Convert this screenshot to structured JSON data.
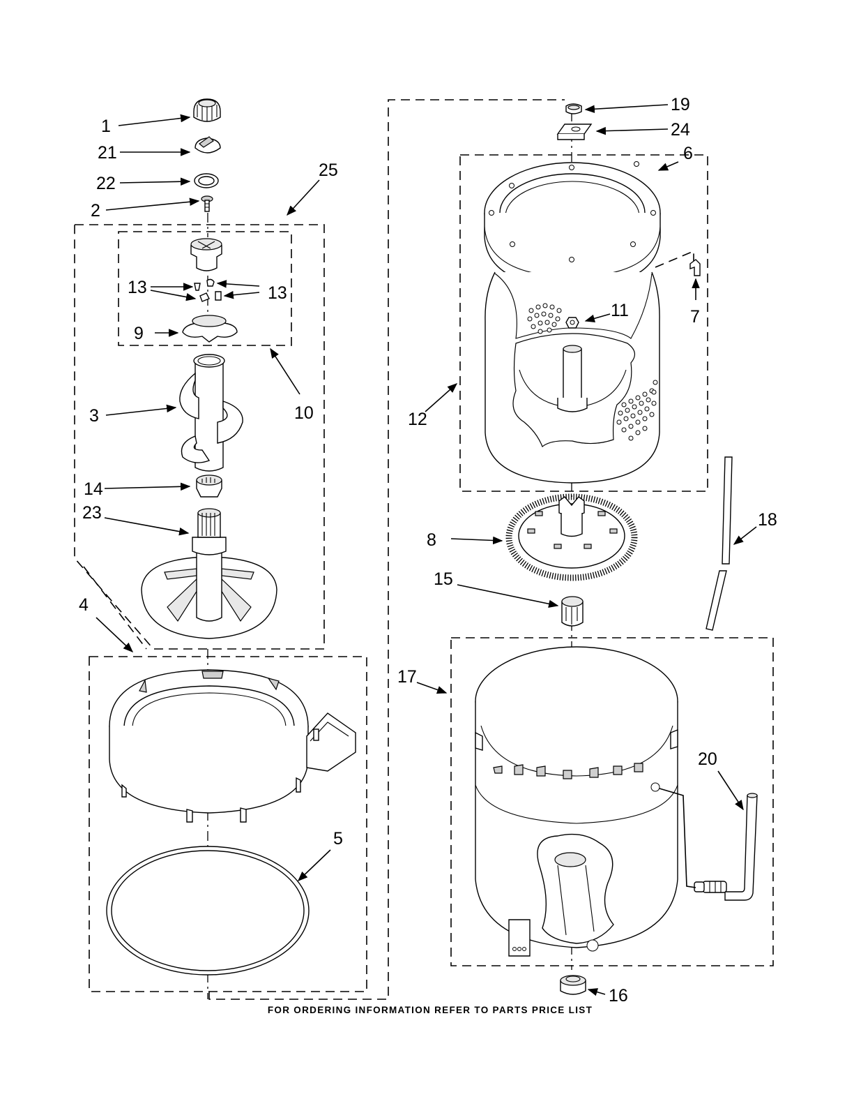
{
  "callouts": {
    "c1": "1",
    "c2": "2",
    "c3": "3",
    "c4": "4",
    "c5": "5",
    "c6": "6",
    "c7": "7",
    "c8": "8",
    "c9": "9",
    "c10": "10",
    "c11": "11",
    "c12": "12",
    "c13a": "13",
    "c13b": "13",
    "c14": "14",
    "c15": "15",
    "c16": "16",
    "c17": "17",
    "c18": "18",
    "c19": "19",
    "c20": "20",
    "c21": "21",
    "c22": "22",
    "c23": "23",
    "c24": "24",
    "c25": "25"
  },
  "footer": "FOR ORDERING INFORMATION REFER TO PARTS PRICE LIST"
}
